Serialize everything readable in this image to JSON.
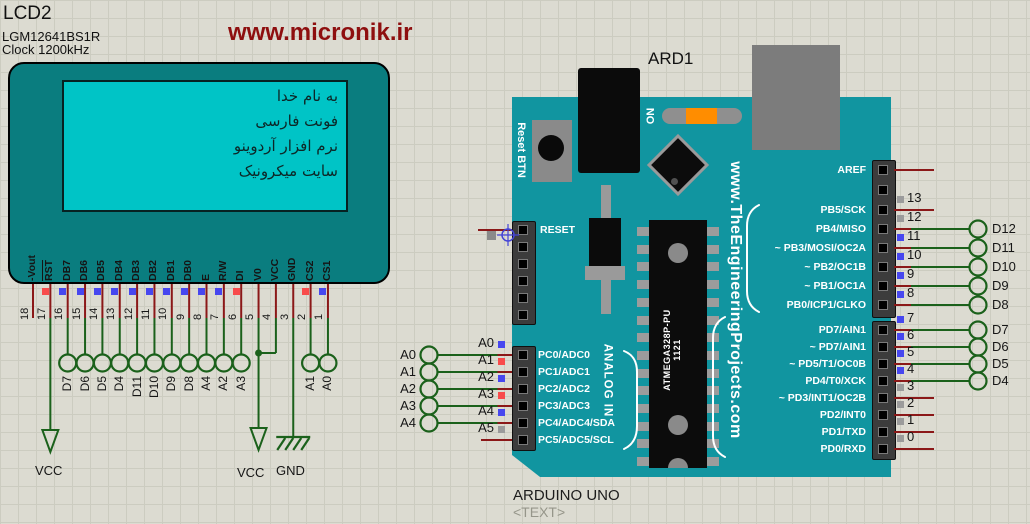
{
  "colors": {
    "board": "#1195a0",
    "lcd_body": "#0a7d7f",
    "lcd_screen": "#00c4c6",
    "wire_green": "#1b611b",
    "pin_stub_red": "#8b1818",
    "state_high_red": "#f84b4b",
    "state_low_blue": "#4747ef",
    "state_float_gray": "#9b9b9b",
    "watermark_red": "#8e0f0f"
  },
  "header": {
    "lcd_ref": "LCD2",
    "lcd_model": "LGM12641BS1R",
    "lcd_clock": "Clock 1200kHz",
    "watermark": "www.micronik.ir"
  },
  "lcd": {
    "screen_lines": [
      "به نام خدا",
      "فونت فارسی",
      "نرم افزار آردوینو",
      "سایت میکرونیک"
    ],
    "pins": [
      {
        "num": "18",
        "name": "-Vout",
        "state": null,
        "conn": "stub"
      },
      {
        "num": "17",
        "name": "RST",
        "state": "high",
        "conn": "vcc_long",
        "overline": true
      },
      {
        "num": "16",
        "name": "DB7",
        "state": "low",
        "conn": "term",
        "term": "D7"
      },
      {
        "num": "15",
        "name": "DB6",
        "state": "low",
        "conn": "term",
        "term": "D6"
      },
      {
        "num": "14",
        "name": "DB5",
        "state": "low",
        "conn": "term",
        "term": "D5"
      },
      {
        "num": "13",
        "name": "DB4",
        "state": "low",
        "conn": "term",
        "term": "D4"
      },
      {
        "num": "12",
        "name": "DB3",
        "state": "low",
        "conn": "term",
        "term": "D11"
      },
      {
        "num": "11",
        "name": "DB2",
        "state": "low",
        "conn": "term",
        "term": "D10"
      },
      {
        "num": "10",
        "name": "DB1",
        "state": "low",
        "conn": "term",
        "term": "D9"
      },
      {
        "num": "9",
        "name": "DB0",
        "state": "low",
        "conn": "term",
        "term": "D8"
      },
      {
        "num": "8",
        "name": "E",
        "state": "low",
        "conn": "term",
        "term": "A4"
      },
      {
        "num": "7",
        "name": "R/W",
        "state": "low",
        "conn": "term",
        "term": "A2"
      },
      {
        "num": "6",
        "name": "DI",
        "state": "high",
        "conn": "term",
        "term": "A3"
      },
      {
        "num": "5",
        "name": "V0",
        "state": null,
        "conn": "v0_join"
      },
      {
        "num": "4",
        "name": "VCC",
        "state": null,
        "conn": "vcc_join"
      },
      {
        "num": "3",
        "name": "GND",
        "state": null,
        "conn": "gnd"
      },
      {
        "num": "2",
        "name": "CS2",
        "state": "high",
        "conn": "term",
        "term": "A1"
      },
      {
        "num": "1",
        "name": "CS1",
        "state": "low",
        "conn": "term",
        "term": "A0"
      }
    ],
    "power_labels": {
      "vcc_left": "VCC",
      "vcc_mid": "VCC",
      "gnd": "GND"
    }
  },
  "arduino": {
    "ref": "ARD1",
    "name": "ARDUINO UNO",
    "placeholder": "<TEXT>",
    "website": "www.TheEngineeringProjects.com",
    "labels": {
      "reset_button": "Reset BTN",
      "on": "ON",
      "reset": "RESET",
      "analog_in": "ANALOG IN"
    },
    "chip": {
      "marking": "1121",
      "part": "ATMEGA328P-PU"
    },
    "right_top_rows": [
      {
        "label": "AREF",
        "num": null,
        "state": null,
        "wire": "stub"
      },
      {
        "label": null,
        "num": null,
        "state": null,
        "wire": "none"
      },
      {
        "label": "PB5/SCK",
        "num": "13",
        "state": "float",
        "wire": "stub"
      },
      {
        "label": "PB4/MISO",
        "num": "12",
        "state": "float",
        "wire": "term",
        "term": "D12"
      },
      {
        "label": "~ PB3/MOSI/OC2A",
        "num": "11",
        "state": "low",
        "wire": "term",
        "term": "D11"
      },
      {
        "label": "~ PB2/OC1B",
        "num": "10",
        "state": "low",
        "wire": "term",
        "term": "D10"
      },
      {
        "label": "~ PB1/OC1A",
        "num": "9",
        "state": "low",
        "wire": "term",
        "term": "D9"
      },
      {
        "label": "PB0/ICP1/CLKO",
        "num": "8",
        "state": "low",
        "wire": "term",
        "term": "D8"
      }
    ],
    "right_bottom_rows": [
      {
        "label": "PD7/AIN1",
        "num": "7",
        "state": "low",
        "wire": "term",
        "term": "D7"
      },
      {
        "label": "~ PD7/AIN1",
        "num": "6",
        "state": "low",
        "wire": "term",
        "term": "D6"
      },
      {
        "label": "~ PD5/T1/OC0B",
        "num": "5",
        "state": "low",
        "wire": "term",
        "term": "D5"
      },
      {
        "label": "PD4/T0/XCK",
        "num": "4",
        "state": "low",
        "wire": "term",
        "term": "D4"
      },
      {
        "label": "~ PD3/INT1/OC2B",
        "num": "3",
        "state": "float",
        "wire": "stub"
      },
      {
        "label": "PD2/INT0",
        "num": "2",
        "state": "float",
        "wire": "stub"
      },
      {
        "label": "PD1/TXD",
        "num": "1",
        "state": "float",
        "wire": "stub"
      },
      {
        "label": "PD0/RXD",
        "num": "0",
        "state": "float",
        "wire": "stub"
      }
    ],
    "analog_rows": [
      {
        "label": "PC0/ADC0",
        "num": "A0",
        "state": "low",
        "wire": "term",
        "term": "A0"
      },
      {
        "label": "PC1/ADC1",
        "num": "A1",
        "state": "high",
        "wire": "term",
        "term": "A1"
      },
      {
        "label": "PC2/ADC2",
        "num": "A2",
        "state": "low",
        "wire": "term",
        "term": "A2"
      },
      {
        "label": "PC3/ADC3",
        "num": "A3",
        "state": "high",
        "wire": "term",
        "term": "A3"
      },
      {
        "label": "PC4/ADC4/SDA",
        "num": "A4",
        "state": "low",
        "wire": "term",
        "term": "A4"
      },
      {
        "label": "PC5/ADC5/SCL",
        "num": "A5",
        "state": "float",
        "wire": "stub"
      }
    ]
  }
}
